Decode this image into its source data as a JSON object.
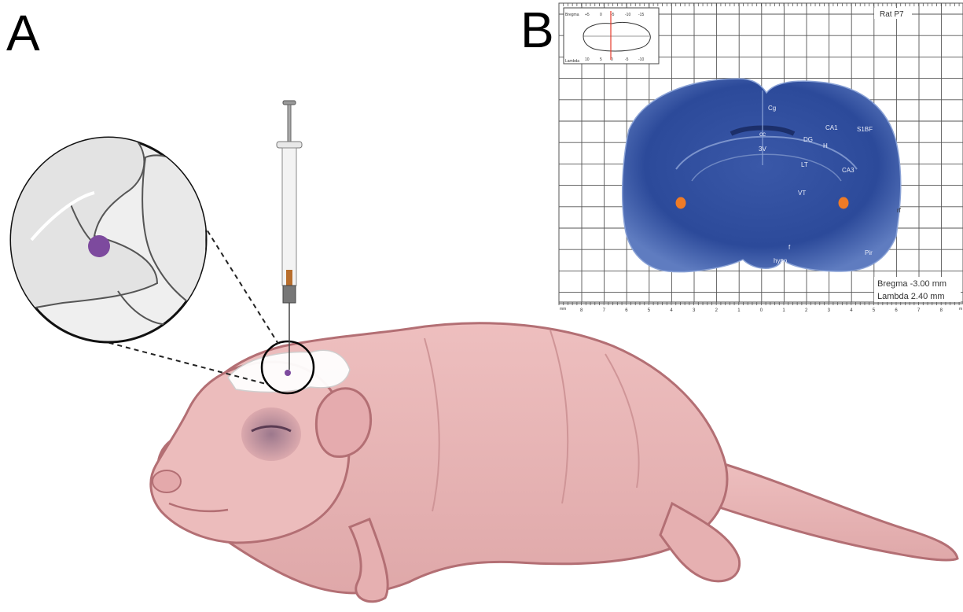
{
  "panels": {
    "a": {
      "letter": "A"
    },
    "b": {
      "letter": "B"
    }
  },
  "atlas": {
    "species_age": "Rat P7",
    "bregma": "Bregma -3.00 mm",
    "lambda": "Lambda 2.40 mm",
    "inset_labels": {
      "top": "Bregma",
      "bottom": "Lambda"
    },
    "inset_ticks_top": [
      "+5",
      "0",
      "-5",
      "-10",
      "-15"
    ],
    "inset_ticks_bottom": [
      "10",
      "5",
      "0",
      "-5",
      "-10"
    ],
    "axis_unit_left": "mm",
    "axis_unit_right": "m",
    "axis_ticks": [
      "8",
      "7",
      "6",
      "5",
      "4",
      "3",
      "2",
      "1",
      "0",
      "1",
      "2",
      "3",
      "4",
      "5",
      "6",
      "7",
      "8"
    ],
    "regions": [
      "Cg",
      "cc",
      "CA1",
      "S1BF",
      "DG",
      "H",
      "3V",
      "LT",
      "CA3",
      "VT",
      "rf",
      "f",
      "Pir",
      "hypo"
    ]
  },
  "colors": {
    "brain_section": "#2f4fa0",
    "injection_site": "#ef7b26",
    "pup_skin": "#e7b3b3",
    "pup_outline": "#b36f74",
    "injection_dot": "#7d4a9e"
  }
}
